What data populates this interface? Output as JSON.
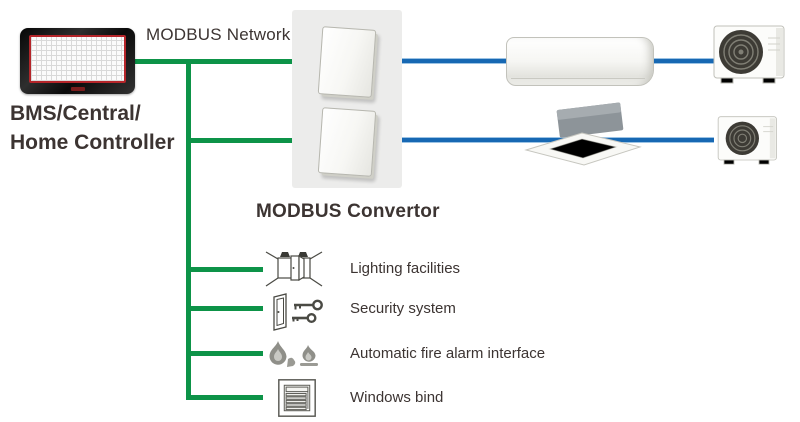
{
  "labels": {
    "network": "MODBUS Network",
    "convertor": "MODBUS Convertor",
    "controller_line1": "BMS/Central/",
    "controller_line2": "Home Controller"
  },
  "peripherals": [
    {
      "id": "lighting",
      "label": "Lighting facilities",
      "icon": "lighting-room-icon"
    },
    {
      "id": "security",
      "label": "Security system",
      "icon": "door-and-keys-icon"
    },
    {
      "id": "fire",
      "label": "Automatic fire alarm interface",
      "icon": "fire-flames-icon"
    },
    {
      "id": "windows",
      "label": "Windows bind",
      "icon": "window-blind-icon"
    }
  ],
  "devices": {
    "controller": "bms-central-home-controller",
    "convertors": [
      "modbus-convertor-1",
      "modbus-convertor-2"
    ],
    "ac_rows": [
      {
        "indoor": "wall-mounted-indoor-unit",
        "outdoor": "outdoor-unit"
      },
      {
        "indoor": "ceiling-cassette-indoor-unit",
        "outdoor": "outdoor-unit"
      }
    ]
  },
  "palette": {
    "network_green": "#0d9348",
    "ac_blue": "#1768b3",
    "ac_blue_light": "#9cc3e4",
    "text": "#3c3432",
    "convertor_box_bg": "#ececeb",
    "controller_screen_border": "#b5252a"
  }
}
